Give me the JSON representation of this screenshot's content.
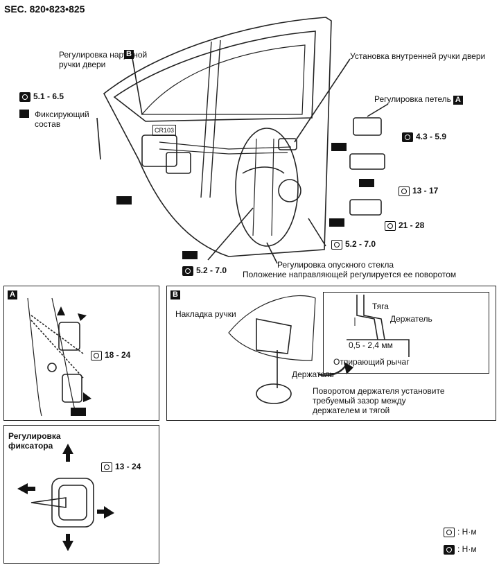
{
  "header": {
    "section": "SEC. 820•823•825"
  },
  "main": {
    "outer_handle_adj": [
      "Регулировка наружной",
      "ручки двери"
    ],
    "outer_handle_tag": "B",
    "torque_outer": "5.1 - 6.5",
    "sealant_label": [
      "Фиксирующий",
      "состав"
    ],
    "inner_handle_install": "Установка внутренней ручки двери",
    "hinge_adj": "Регулировка петель",
    "hinge_tag": "A",
    "torque_hinge_1": "4.3 - 5.9",
    "torque_hinge_2": "13 - 17",
    "torque_hinge_3": "21 - 28",
    "torque_regulator": "5.2 - 7.0",
    "torque_regulator_2": "5.2 - 7.0",
    "glass_adj": "Регулировка опускного стекла",
    "guide_note": "Положение направляющей регулируется ее поворотом",
    "code_label": "CR103"
  },
  "panel_a": {
    "tag": "A",
    "torque": "18 - 24"
  },
  "panel_b": {
    "tag": "B",
    "handle_cover": "Накладка ручки",
    "rod": "Тяга",
    "holder": "Держатель",
    "gap": "0,5 - 2,4 мм",
    "release_lever": "Отпирающий рычаг",
    "holder2": "Держатель",
    "instruction": [
      "Поворотом держателя установите",
      "требуемый зазор между",
      "держателем и тягой"
    ]
  },
  "panel_c": {
    "title": [
      "Регулировка",
      "фиксатора"
    ],
    "torque": "13 - 24"
  },
  "legend": {
    "unit1": ": Н·м",
    "unit2": ": Н·м"
  }
}
